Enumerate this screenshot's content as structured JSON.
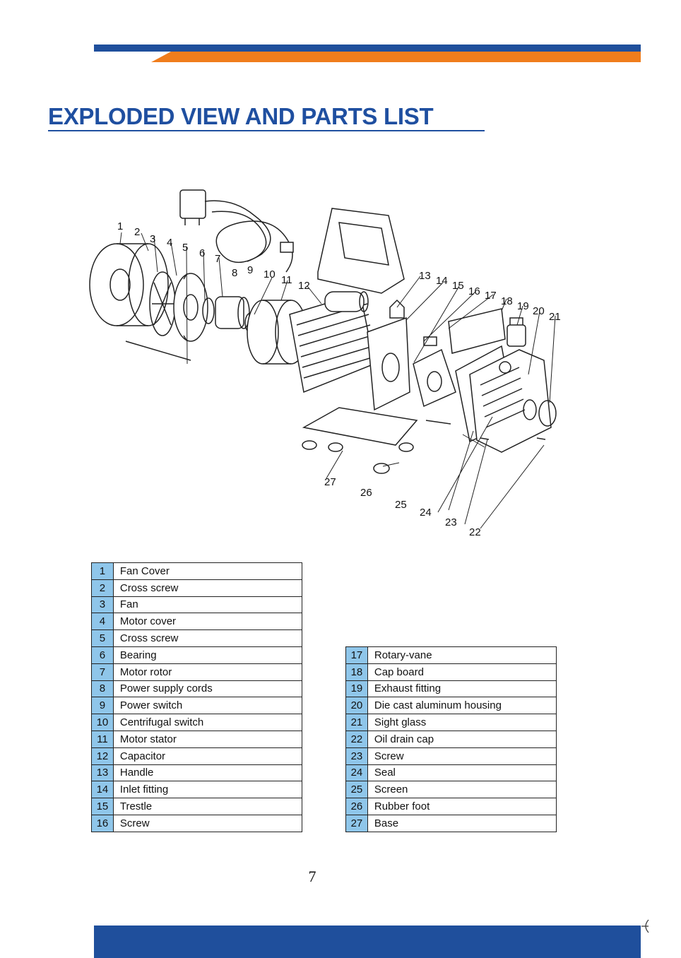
{
  "page": {
    "title": "EXPLODED VIEW AND PARTS LIST",
    "page_number": "7",
    "colors": {
      "title_blue": "#1f4fa0",
      "band_blue": "#1f4f9c",
      "band_orange": "#f07d1c",
      "cell_blue": "#8fc6ea"
    }
  },
  "diagram": {
    "labels": [
      "1",
      "2",
      "3",
      "4",
      "5",
      "6",
      "7",
      "8",
      "9",
      "10",
      "11",
      "12",
      "13",
      "14",
      "15",
      "16",
      "17",
      "18",
      "19",
      "20",
      "21",
      "22",
      "23",
      "24",
      "25",
      "26",
      "27"
    ]
  },
  "parts_left": [
    {
      "num": "1",
      "name": "Fan Cover"
    },
    {
      "num": "2",
      "name": "Cross screw"
    },
    {
      "num": "3",
      "name": "Fan"
    },
    {
      "num": "4",
      "name": "Motor cover"
    },
    {
      "num": "5",
      "name": "Cross screw"
    },
    {
      "num": "6",
      "name": "Bearing"
    },
    {
      "num": "7",
      "name": "Motor rotor"
    },
    {
      "num": "8",
      "name": "Power supply cords"
    },
    {
      "num": "9",
      "name": "Power switch"
    },
    {
      "num": "10",
      "name": "Centrifugal switch"
    },
    {
      "num": "11",
      "name": "Motor stator"
    },
    {
      "num": "12",
      "name": "Capacitor"
    },
    {
      "num": "13",
      "name": "Handle"
    },
    {
      "num": "14",
      "name": "Inlet fitting"
    },
    {
      "num": "15",
      "name": "Trestle"
    },
    {
      "num": "16",
      "name": "Screw"
    }
  ],
  "parts_right": [
    {
      "num": "17",
      "name": "Rotary-vane"
    },
    {
      "num": "18",
      "name": "Cap board"
    },
    {
      "num": "19",
      "name": "Exhaust fitting"
    },
    {
      "num": "20",
      "name": "Die cast aluminum housing"
    },
    {
      "num": "21",
      "name": "Sight glass"
    },
    {
      "num": "22",
      "name": "Oil drain cap"
    },
    {
      "num": "23",
      "name": "Screw"
    },
    {
      "num": "24",
      "name": "Seal"
    },
    {
      "num": "25",
      "name": "Screen"
    },
    {
      "num": "26",
      "name": "Rubber foot"
    },
    {
      "num": "27",
      "name": "Base"
    }
  ]
}
